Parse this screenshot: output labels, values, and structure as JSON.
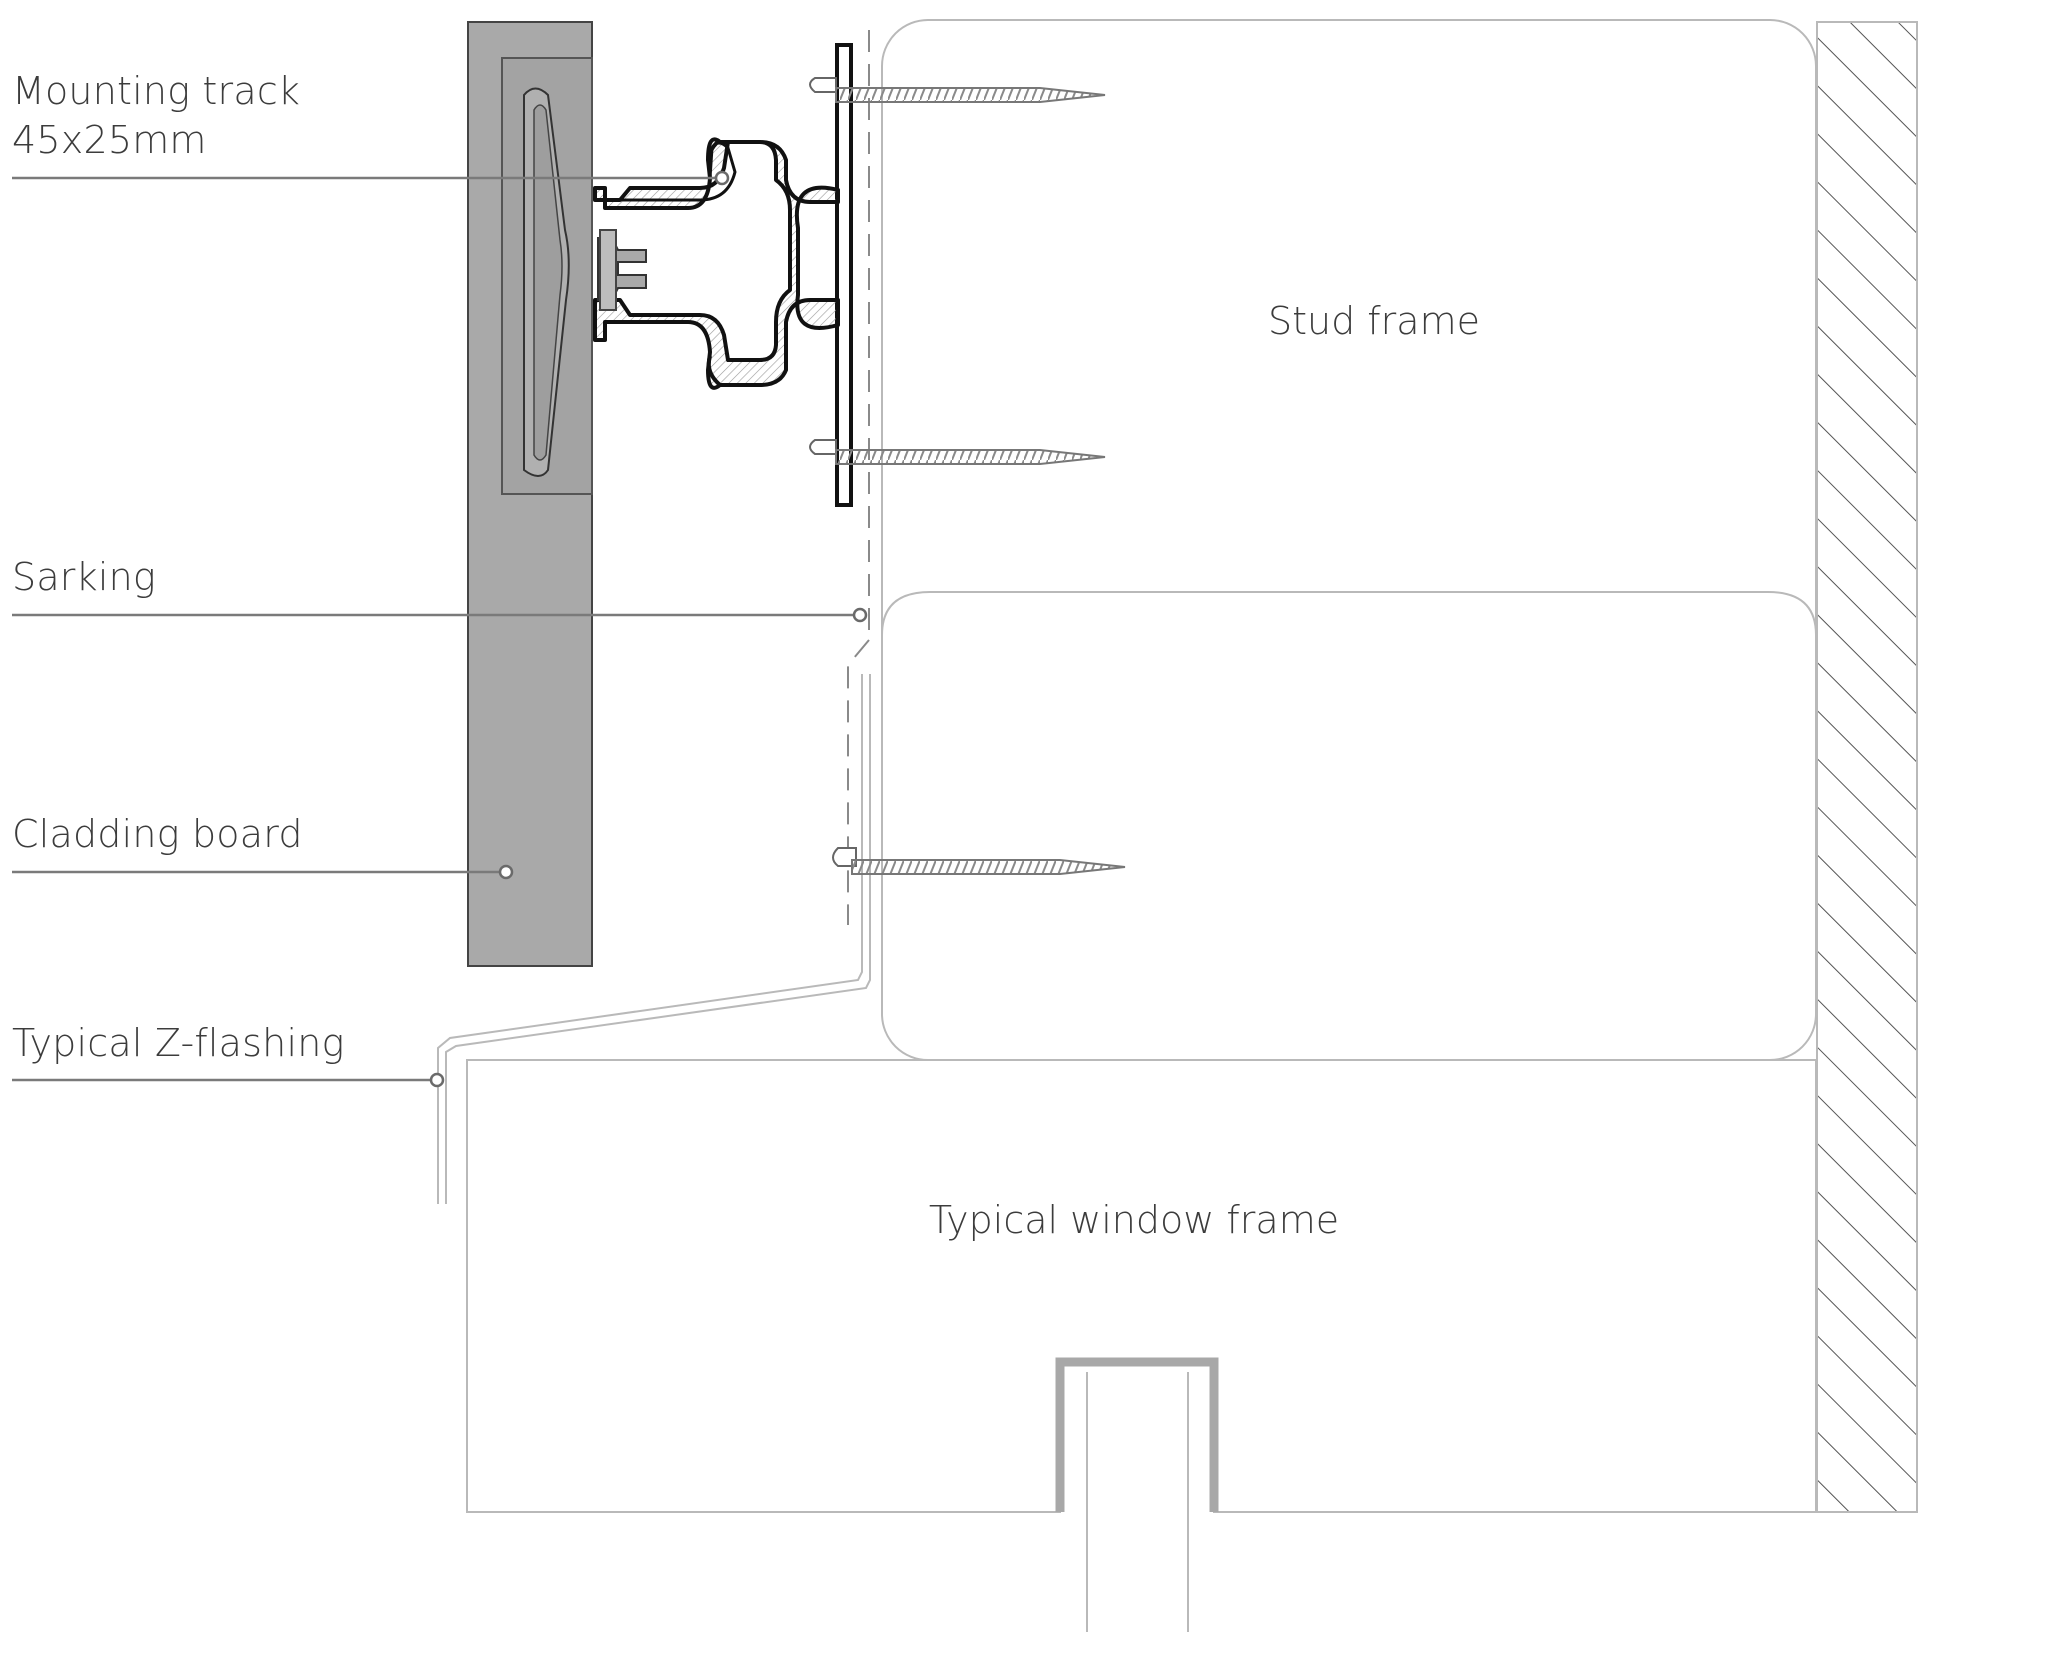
{
  "labels": {
    "mounting_track_line1": "Mounting track",
    "mounting_track_line2": "45x25mm",
    "sarking": "Sarking",
    "cladding_board": "Cladding board",
    "z_flashing": "Typical Z-flashing",
    "stud_frame": "Stud frame",
    "window_frame": "Typical window frame"
  },
  "colors": {
    "stud_frame_fill": "#ecd5ad",
    "cladding_fill": "#a9a9a9",
    "outline": "#b9b9b9",
    "leader": "#7a7a7a",
    "track_outline": "#111111"
  }
}
